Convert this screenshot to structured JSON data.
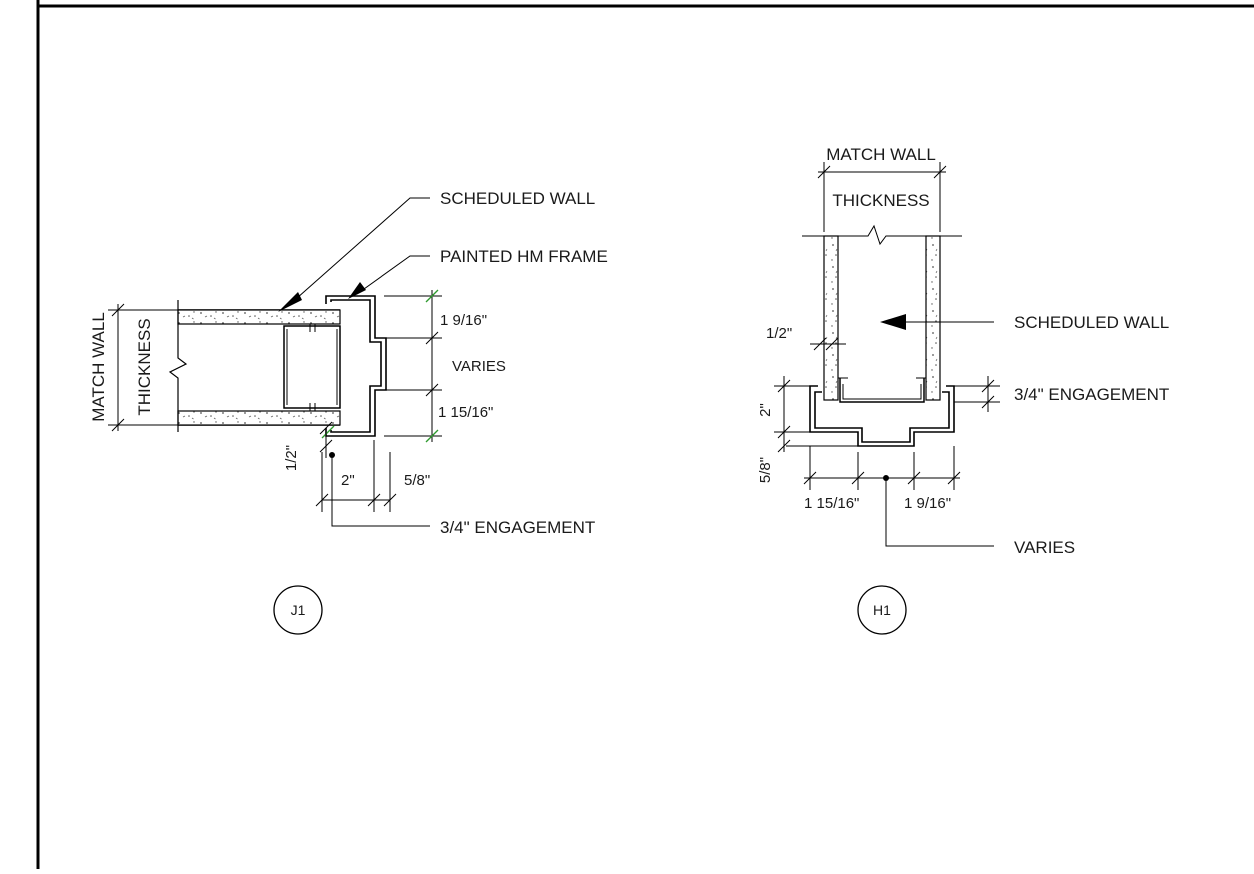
{
  "detail_j1": {
    "tag": "J1",
    "callouts": {
      "scheduled_wall": "SCHEDULED WALL",
      "painted_frame": "PAINTED HM FRAME",
      "engagement": "3/4\" ENGAGEMENT"
    },
    "wall_dim": {
      "line1": "MATCH WALL",
      "line2": "THICKNESS"
    },
    "dims": {
      "top": "1 9/16\"",
      "varies": "VARIES",
      "bottom": "1 15/16\"",
      "half": "1/2\"",
      "two": "2\"",
      "five_eighths": "5/8\""
    }
  },
  "detail_h1": {
    "tag": "H1",
    "callouts": {
      "scheduled_wall": "SCHEDULED WALL",
      "engagement": "3/4\" ENGAGEMENT",
      "varies": "VARIES"
    },
    "wall_dim": {
      "line1": "MATCH WALL",
      "line2": "THICKNESS"
    },
    "dims": {
      "half": "1/2\"",
      "two": "2\"",
      "five_eighths": "5/8\"",
      "left": "1 15/16\"",
      "right": "1 9/16\""
    }
  }
}
